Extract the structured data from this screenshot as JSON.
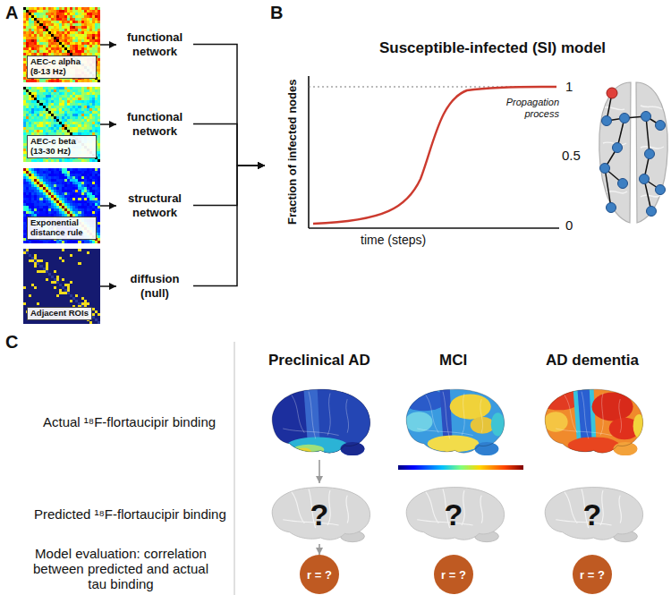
{
  "diagram": {
    "nodes": [
      {
        "text": [
          "AEC-c alpha (8-13 Hz)"
        ]
      },
      {
        "text": [
          "AEC-c beta (13-30 Hz)"
        ]
      },
      {
        "text": [
          "Exponential distance rule"
        ]
      },
      {
        "text": [
          "Adjacent ROIs"
        ]
      },
      {
        "text": [
          "functional network"
        ]
      },
      {
        "text": [
          "functional network"
        ]
      },
      {
        "text": [
          "structural network"
        ]
      },
      {
        "text": [
          "diffusion (null)"
        ]
      },
      {
        "text": [
          "Susceptible-infected (SI) model"
        ]
      },
      {
        "text": [
          "?"
        ]
      },
      {
        "text": [
          "?"
        ]
      },
      {
        "text": [
          "?"
        ]
      },
      {
        "text": [
          "r = ?"
        ]
      },
      {
        "text": [
          "r = ?"
        ]
      },
      {
        "text": [
          "r = ?"
        ]
      }
    ],
    "edges": [
      {
        "from": 0,
        "to": 4,
        "arrow": "to"
      },
      {
        "from": 1,
        "to": 5,
        "arrow": "to"
      },
      {
        "from": 2,
        "to": 6,
        "arrow": "to"
      },
      {
        "from": 3,
        "to": 7,
        "arrow": "to"
      },
      {
        "from": 4,
        "to": 8,
        "arrow": "to"
      },
      {
        "from": 5,
        "to": 8,
        "arrow": "to"
      },
      {
        "from": 6,
        "to": 8,
        "arrow": "to"
      },
      {
        "from": 7,
        "to": 8,
        "arrow": "to"
      },
      {
        "from": 9,
        "to": 12,
        "arrow": "to"
      }
    ],
    "labels": [
      "A",
      "B",
      "Fraction of infected nodes",
      "1",
      "0.5",
      "0",
      "Propagation process",
      "time (steps)",
      "C",
      "Preclinical AD",
      "MCI",
      "AD dementia",
      "Actual ¹⁸F-flortaucipir binding",
      "Predicted ¹⁸F-flortaucipir binding",
      "Model evaluation: correlation between predicted and actual tau binding"
    ]
  }
}
